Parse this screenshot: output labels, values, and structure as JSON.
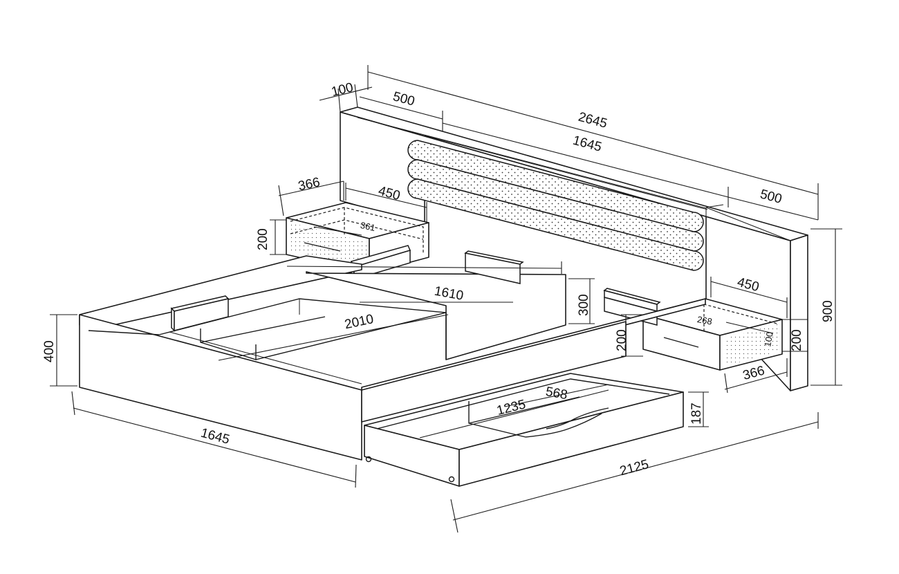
{
  "dimensions": {
    "headboard_thickness": "100",
    "headboard_left_section": "500",
    "headboard_total_width": "2645",
    "headboard_panel_width": "1645",
    "headboard_right_section": "500",
    "left_nightstand_depth": "366",
    "left_nightstand_width": "450",
    "left_nightstand_height": "200",
    "left_drawer_inner": "361",
    "frame_inner_width": "1610",
    "frame_inner_length": "2010",
    "footboard_height": "300",
    "right_nightstand_width": "450",
    "headboard_height": "900",
    "right_nightstand_drawer_height": "200",
    "right_drawer_inner": "268",
    "right_drawer_depth": "100",
    "right_nightstand_height": "200",
    "right_nightstand_depth": "366",
    "frame_height": "400",
    "storage_drawer_width": "568",
    "storage_drawer_length": "1235",
    "storage_drawer_height": "187",
    "bed_width": "1645",
    "bed_length": "2125"
  }
}
